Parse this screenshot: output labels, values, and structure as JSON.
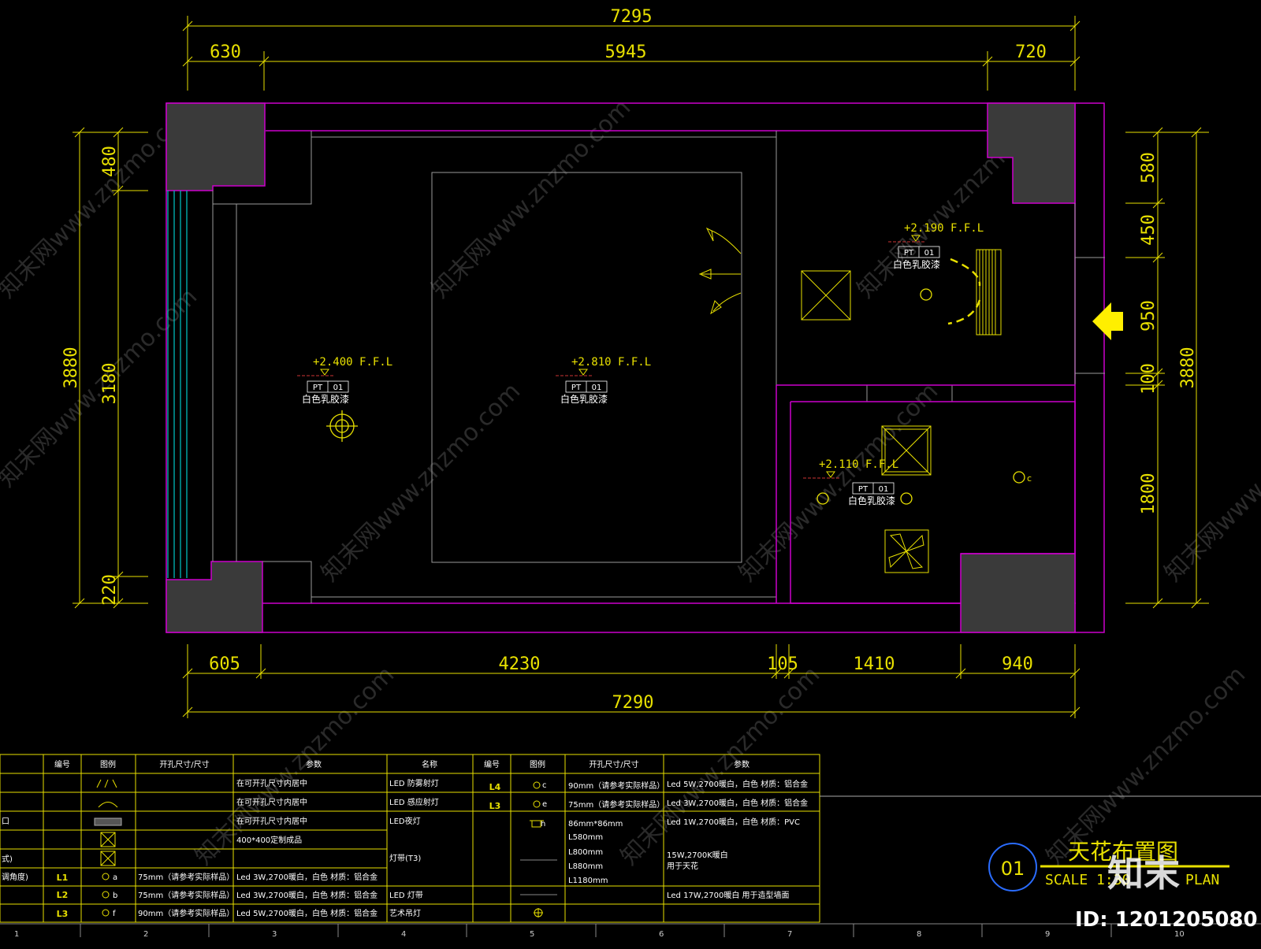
{
  "dimensions": {
    "top_total": "7295",
    "top_left": "630",
    "top_mid": "5945",
    "top_right": "720",
    "bottom_total": "7290",
    "bottom_a": "605",
    "bottom_b": "4230",
    "bottom_c": "105",
    "bottom_d": "1410",
    "bottom_e": "940",
    "left_total": "3880",
    "left_a": "480",
    "left_b": "3180",
    "left_c": "220",
    "right_total": "3880",
    "right_a": "580",
    "right_b": "450",
    "right_c": "950",
    "right_d": "100",
    "right_e": "1800"
  },
  "ceilings": [
    {
      "elevation": "+2.400 F.F.L",
      "tag_a": "PT",
      "tag_b": "01",
      "material": "白色乳胶漆"
    },
    {
      "elevation": "+2.810 F.F.L",
      "tag_a": "PT",
      "tag_b": "01",
      "material": "白色乳胶漆"
    },
    {
      "elevation": "+2.190 F.F.L",
      "tag_a": "PT",
      "tag_b": "01",
      "material": "白色乳胶漆"
    },
    {
      "elevation": "+2.110 F.F.L",
      "tag_a": "PT",
      "tag_b": "01",
      "material": "白色乳胶漆"
    }
  ],
  "legend": {
    "headers_left": [
      "编号",
      "图例",
      "开孔尺寸/尺寸",
      "参数"
    ],
    "headers_right": [
      "名称",
      "编号",
      "图例",
      "开孔尺寸/尺寸",
      "参数"
    ],
    "left_rows": [
      {
        "name": "",
        "code": "",
        "size": "",
        "param": "在可开孔尺寸内居中"
      },
      {
        "name": "",
        "code": "",
        "size": "",
        "param": "在可开孔尺寸内居中"
      },
      {
        "name": "口",
        "code": "",
        "size": "",
        "param": "在可开孔尺寸内居中"
      },
      {
        "name": "",
        "code": "",
        "size": "",
        "param": "400*400定制成品"
      },
      {
        "name": "式)",
        "code": "",
        "size": "",
        "param": ""
      },
      {
        "name": "调角度)",
        "code": "L1",
        "sym": "a",
        "size": "75mm（请参考实际样品）",
        "param": "Led 3W,2700暖白，白色 材质：铝合金"
      },
      {
        "name": "",
        "code": "L2",
        "sym": "b",
        "size": "75mm（请参考实际样品）",
        "param": "Led 3W,2700暖白，白色 材质：铝合金"
      },
      {
        "name": "",
        "code": "L3",
        "sym": "f",
        "size": "90mm（请参考实际样品）",
        "param": "Led 5W,2700暖白，白色 材质：铝合金"
      }
    ],
    "right_rows": [
      {
        "name": "LED 防雾射灯",
        "code": "L4",
        "sym": "c",
        "size": "90mm（请参考实际样品）",
        "param": "Led 5W,2700暖白，白色 材质：铝合金"
      },
      {
        "name": "LED 感应射灯",
        "code": "L3",
        "sym": "e",
        "size": "75mm（请参考实际样品）",
        "param": "Led 3W,2700暖白，白色 材质：铝合金"
      },
      {
        "name": "LED夜灯",
        "code": "",
        "sym": "h",
        "size": "86mm*86mm",
        "param": "Led 1W,2700暖白，白色 材质：PVC"
      },
      {
        "name": "灯带(T3)",
        "code": "",
        "size_lines": [
          "L580mm",
          "L800mm",
          "L880mm",
          "L1180mm"
        ],
        "param_lines": [
          "15W,2700K暖白",
          "用于天花"
        ]
      },
      {
        "name": "LED 灯带",
        "code": "",
        "size": "",
        "param": "Led 17W,2700暖白 用于造型墙面"
      },
      {
        "name": "艺术吊灯",
        "code": "",
        "size": "",
        "param": ""
      }
    ]
  },
  "title_block": {
    "number": "01",
    "title": "天花布置图",
    "scale": "SCALE 1:30",
    "plan": "PLAN"
  },
  "ruler": [
    "1",
    "2",
    "3",
    "4",
    "5",
    "6",
    "7",
    "8",
    "9",
    "10"
  ],
  "watermark": {
    "logo": "知末",
    "id": "ID: 1201205080",
    "site": "知末网www.znzmo.com"
  },
  "colors": {
    "wall": "#cc00cc",
    "dimension": "#e8e000",
    "line": "#9a9a9a",
    "glass": "#00c8c8",
    "fill": "#3a3a3a"
  }
}
